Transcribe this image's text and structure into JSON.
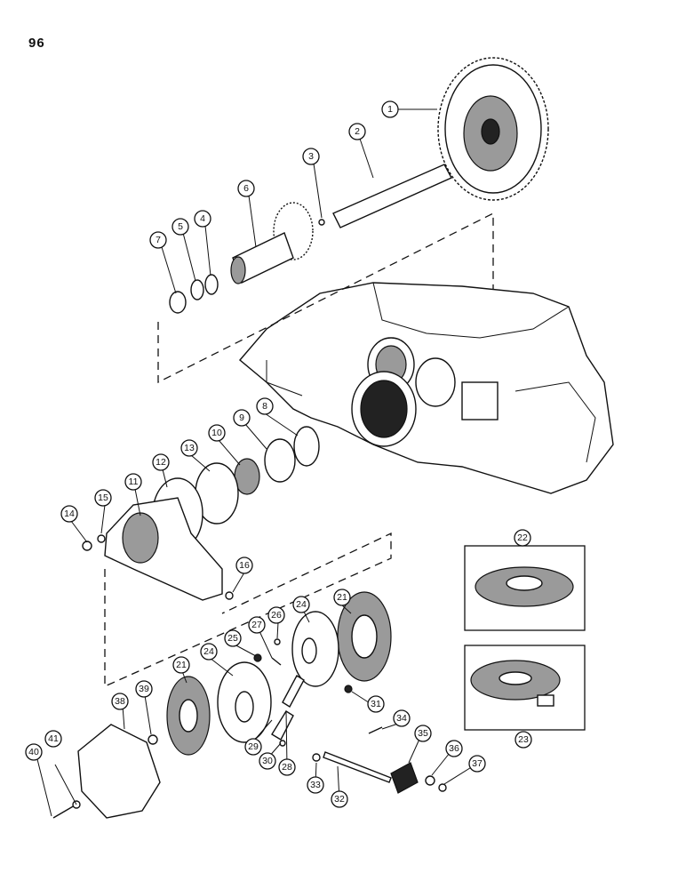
{
  "page": {
    "number": "96"
  },
  "callouts": [
    {
      "label": "1"
    },
    {
      "label": "2"
    },
    {
      "label": "3"
    },
    {
      "label": "4"
    },
    {
      "label": "5"
    },
    {
      "label": "6"
    },
    {
      "label": "7"
    },
    {
      "label": "8"
    },
    {
      "label": "9"
    },
    {
      "label": "10"
    },
    {
      "label": "11"
    },
    {
      "label": "12"
    },
    {
      "label": "13"
    },
    {
      "label": "14"
    },
    {
      "label": "15"
    },
    {
      "label": "16"
    },
    {
      "label": "21"
    },
    {
      "label": "22"
    },
    {
      "label": "23"
    },
    {
      "label": "24"
    },
    {
      "label": "25"
    },
    {
      "label": "26"
    },
    {
      "label": "27"
    },
    {
      "label": "28"
    },
    {
      "label": "29"
    },
    {
      "label": "30"
    },
    {
      "label": "31"
    },
    {
      "label": "32"
    },
    {
      "label": "33"
    },
    {
      "label": "34"
    },
    {
      "label": "35"
    },
    {
      "label": "36"
    },
    {
      "label": "37"
    },
    {
      "label": "38"
    },
    {
      "label": "39"
    },
    {
      "label": "40"
    },
    {
      "label": "41"
    },
    {
      "label": "21"
    },
    {
      "label": "24"
    }
  ]
}
